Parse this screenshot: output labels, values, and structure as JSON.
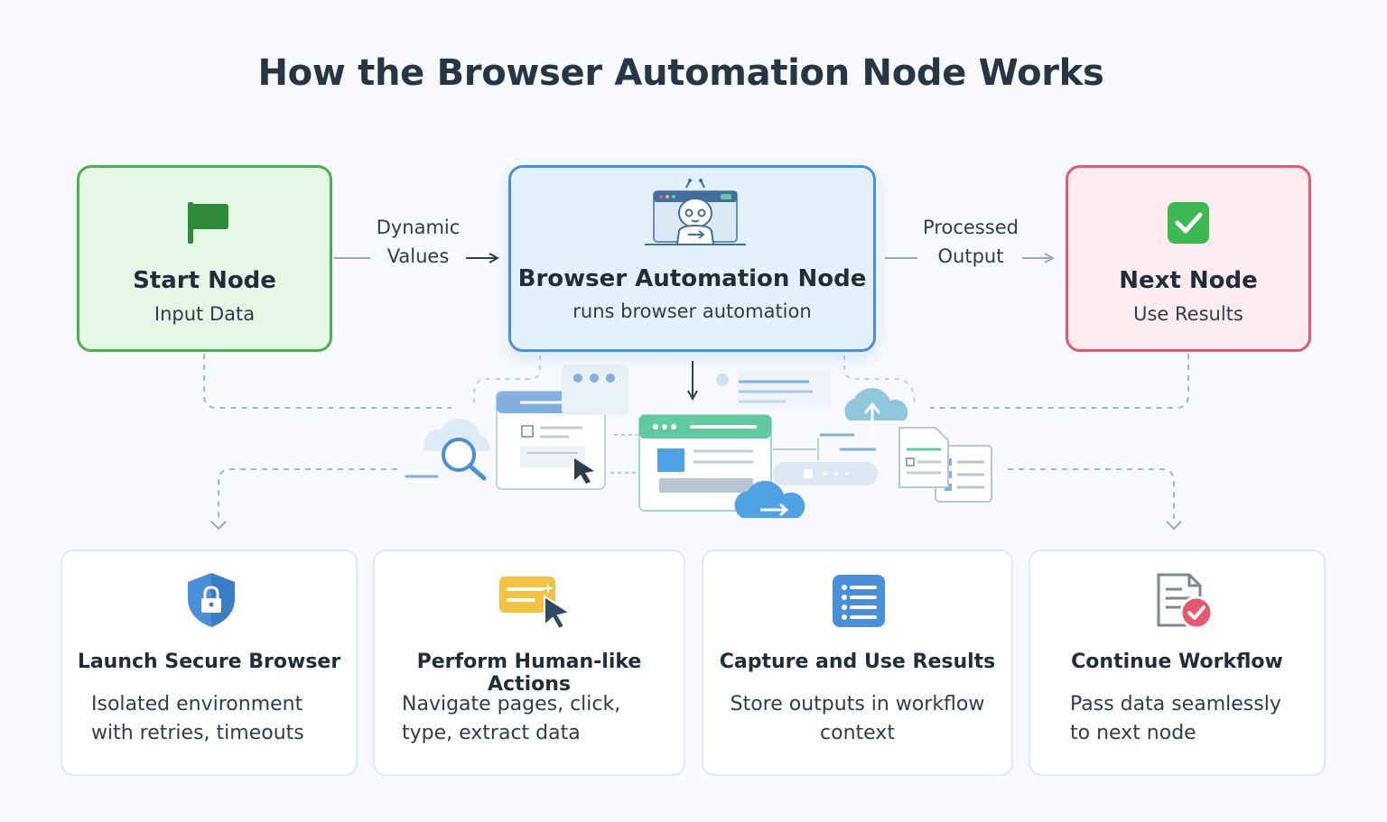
{
  "title": "How the Browser Automation Node Works",
  "nodes": {
    "start": {
      "name": "Start Node",
      "sub": "Input Data"
    },
    "browser": {
      "name": "Browser Automation Node",
      "sub": "runs browser automation"
    },
    "next": {
      "name": "Next Node",
      "sub": "Use Results"
    }
  },
  "flow": {
    "left": {
      "line1": "Dynamic",
      "line2": "Values"
    },
    "right": {
      "line1": "Processed",
      "line2": "Output"
    }
  },
  "cards": [
    {
      "title": "Launch Secure Browser",
      "line1": "Isolated environment",
      "line2": "with retries, timeouts",
      "icon": "shield-lock-icon"
    },
    {
      "title": "Perform Human-like Actions",
      "line1": "Navigate pages, click,",
      "line2": "type, extract data",
      "icon": "click-cursor-icon"
    },
    {
      "title": "Capture and Use Results",
      "line1": "Store outputs in workflow",
      "line2": "context",
      "icon": "list-icon"
    },
    {
      "title": "Continue Workflow",
      "line1": "Pass data seamlessly",
      "line2": "to next node",
      "icon": "document-check-icon"
    }
  ],
  "colors": {
    "start": "#4caf50",
    "browser": "#4a90d9",
    "next": "#e05a70",
    "connector": "#9aa8b6"
  }
}
